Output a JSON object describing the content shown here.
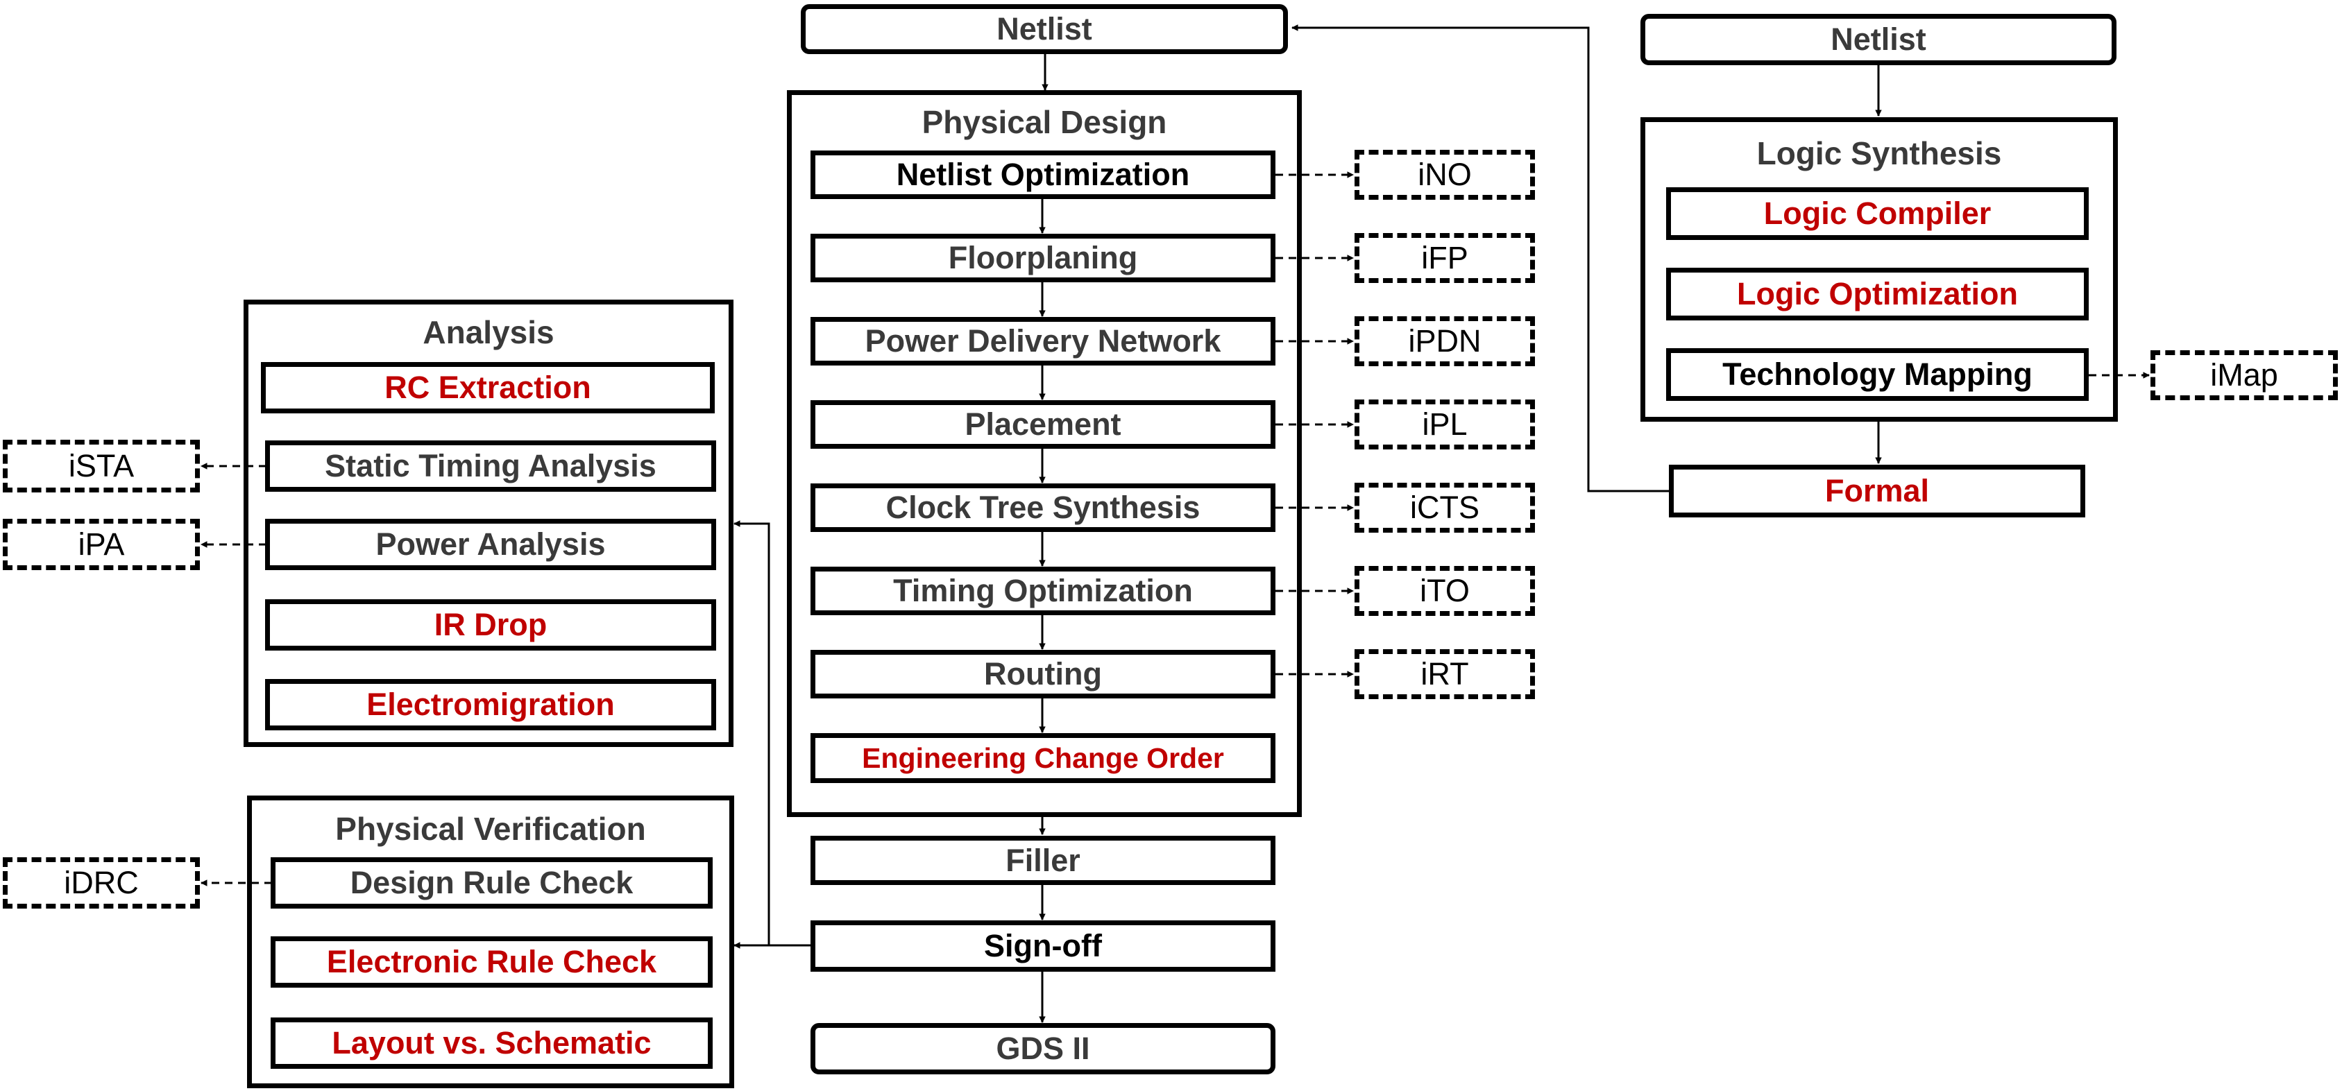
{
  "flow": {
    "netlist": "Netlist",
    "filler": "Filler",
    "signoff": "Sign-off",
    "gds": "GDS II"
  },
  "physical_design": {
    "title": "Physical Design",
    "steps": [
      {
        "label": "Netlist Optimization",
        "tool": "iNO",
        "color": "#000000"
      },
      {
        "label": "Floorplaning",
        "tool": "iFP",
        "color": "#3a3a3a"
      },
      {
        "label": "Power Delivery Network",
        "tool": "iPDN",
        "color": "#3a3a3a"
      },
      {
        "label": "Placement",
        "tool": "iPL",
        "color": "#3a3a3a"
      },
      {
        "label": "Clock Tree Synthesis",
        "tool": "iCTS",
        "color": "#3a3a3a"
      },
      {
        "label": "Timing Optimization",
        "tool": "iTO",
        "color": "#3a3a3a"
      },
      {
        "label": "Routing",
        "tool": "iRT",
        "color": "#3a3a3a"
      },
      {
        "label": "Engineering Change Order",
        "color": "#c00000"
      }
    ]
  },
  "logic_synthesis": {
    "netlist": "Netlist",
    "title": "Logic Synthesis",
    "steps": [
      {
        "label": "Logic Compiler",
        "color": "#c00000"
      },
      {
        "label": "Logic Optimization",
        "color": "#c00000"
      },
      {
        "label": "Technology Mapping",
        "tool": "iMap",
        "color": "#000000"
      }
    ],
    "formal": "Formal"
  },
  "analysis": {
    "title": "Analysis",
    "items": [
      {
        "label": "RC Extraction",
        "color": "#c00000"
      },
      {
        "label": "Static Timing Analysis",
        "tool": "iSTA",
        "color": "#3a3a3a"
      },
      {
        "label": "Power Analysis",
        "tool": "iPA",
        "color": "#3a3a3a"
      },
      {
        "label": "IR Drop",
        "color": "#c00000"
      },
      {
        "label": "Electromigration",
        "color": "#c00000"
      }
    ]
  },
  "physical_verification": {
    "title": "Physical Verification",
    "items": [
      {
        "label": "Design Rule Check",
        "tool": "iDRC",
        "color": "#3a3a3a"
      },
      {
        "label": "Electronic Rule Check",
        "color": "#c00000"
      },
      {
        "label": "Layout vs. Schematic",
        "color": "#c00000"
      }
    ]
  },
  "colors": {
    "red_text": "#c00000",
    "gray_text": "#3a3a3a",
    "black_text": "#000000",
    "stroke": "#000000"
  }
}
